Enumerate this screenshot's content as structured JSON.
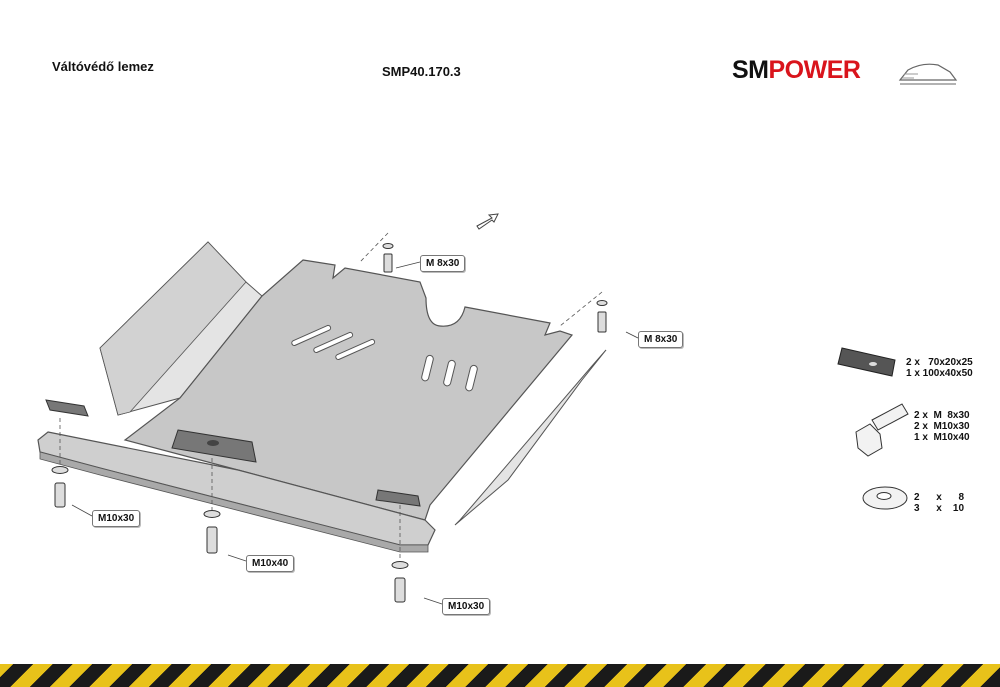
{
  "header": {
    "title": "Váltóvédő lemez",
    "code": "SMP40.170.3",
    "logo": {
      "part1": "SM",
      "part2": "POWER",
      "accent_color": "#d9141c"
    }
  },
  "callouts": [
    {
      "id": "top-center",
      "label": "M 8x30"
    },
    {
      "id": "right",
      "label": "M 8x30"
    },
    {
      "id": "left",
      "label": "M10x30"
    },
    {
      "id": "center",
      "label": "M10x40"
    },
    {
      "id": "bottom",
      "label": "M10x30"
    }
  ],
  "parts_list": {
    "plates": [
      "2 x   70x20x25",
      "1 x 100x40x50"
    ],
    "bolts": [
      "2 x  M  8x30",
      "2 x  M10x30",
      "1 x  M10x40"
    ],
    "washers": [
      "2      x      8",
      "3      x    10"
    ]
  },
  "colors": {
    "plate_fill": "#c7c7c7",
    "plate_stroke": "#555555",
    "hazard_yellow": "#e8c21a",
    "hazard_black": "#1a1a1a"
  }
}
